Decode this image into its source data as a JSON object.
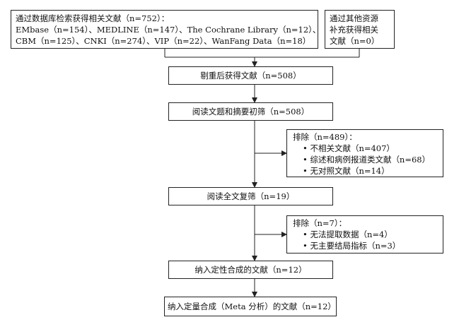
{
  "db_search": {
    "lines": [
      "通过数据库检索获得相关文献（n=752）：",
      "EMbase（n=154）、MEDLINE（n=147）、The Cochrane Library（n=12）、",
      "CBM（n=125）、CNKI（n=274）、VIP（n=22）、WanFang Data（n=18）"
    ]
  },
  "other_sources": {
    "lines": [
      "通过其他资源",
      "补充获得相关",
      "文献（n=0）"
    ]
  },
  "dedup": "剔重后获得文献（n=508）",
  "screen": "阅读文题和摘要初筛（n=508）",
  "exclude1": {
    "title": "排除（n=489）：",
    "items": [
      "• 不相关文献（n=407）",
      "• 综述和病例报道类文献（n=68）",
      "• 无对照文献（n=14）"
    ]
  },
  "fulltext": "阅读全文复筛（n=19）",
  "exclude2": {
    "title": "排除（n=7）：",
    "items": [
      "• 无法提取数据（n=4）",
      "• 无主要结局指标（n=3）"
    ]
  },
  "qualitative": "纳入定性合成的文献（n=12）",
  "quantitative": "纳入定量合成（Meta 分析）的文献（n=12）"
}
